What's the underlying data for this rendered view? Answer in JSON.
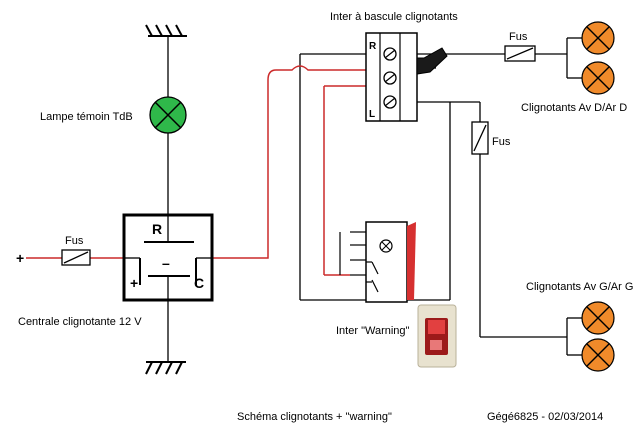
{
  "labels": {
    "lamp": "Lampe témoin TdB",
    "centrale": "Centrale clignotante 12 V",
    "inter_bascule": "Inter à bascule clignotants",
    "warning": "Inter \"Warning\"",
    "front_rear_right": "Clignotants Av D/Ar D",
    "front_rear_left": "Clignotants Av G/Ar G",
    "fus_top": "Fus",
    "fus_mid": "Fus",
    "fus_left": "Fus",
    "plus_input": "+",
    "centrale_R": "R",
    "centrale_minus": "–",
    "centrale_plus": "+",
    "centrale_C": "C",
    "switch_R": "R",
    "switch_L": "L",
    "caption": "Schéma clignotants + \"warning\"",
    "author": "Gégé6825 - 02/03/2014"
  },
  "colors": {
    "wire": "#000000",
    "red_wire": "#cc2a2a",
    "lamp_green": "#2fb84a",
    "lamp_orange": "#f08a2a",
    "warning_red": "#d63030"
  }
}
